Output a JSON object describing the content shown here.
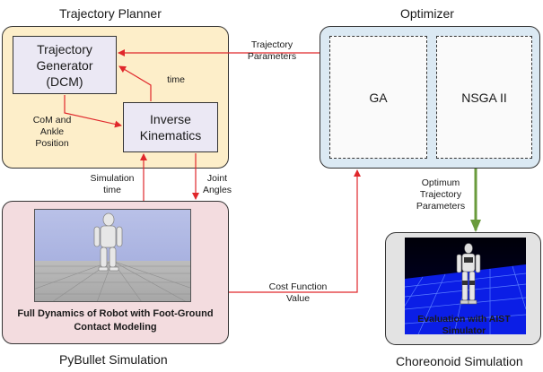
{
  "sections": {
    "trajectory_planner": "Trajectory Planner",
    "optimizer": "Optimizer",
    "pybullet": "PyBullet Simulation",
    "choreonoid": "Choreonoid Simulation"
  },
  "nodes": {
    "trajectory_generator": [
      "Trajectory",
      "Generator",
      "(DCM)"
    ],
    "inverse_kinematics": [
      "Inverse",
      "Kinematics"
    ],
    "ga": "GA",
    "nsga": "NSGA II"
  },
  "edge_labels": {
    "trajectory_parameters": [
      "Trajectory",
      "Parameters"
    ],
    "time": "time",
    "com_ankle": [
      "CoM and",
      "Ankle",
      "Position"
    ],
    "simulation_time": [
      "Simulation",
      "time"
    ],
    "joint_angles": [
      "Joint",
      "Angles"
    ],
    "optimum_parameters": [
      "Optimum",
      "Trajectory",
      "Parameters"
    ],
    "cost_function": [
      "Cost Function",
      "Value"
    ]
  },
  "captions": {
    "pybullet": [
      "Full Dynamics of Robot with Foot-Ground",
      "Contact Modeling"
    ],
    "choreonoid": [
      "Evaluation with AIST",
      "Simulator"
    ]
  },
  "colors": {
    "planner_fill": "#fdeec9",
    "optimizer_fill": "#dbe9f3",
    "pybullet_fill": "#f3dcdf",
    "choreonoid_fill": "#e3e3e3",
    "red_arrow": "#e0272b",
    "green_arrow": "#6a9b3c"
  }
}
